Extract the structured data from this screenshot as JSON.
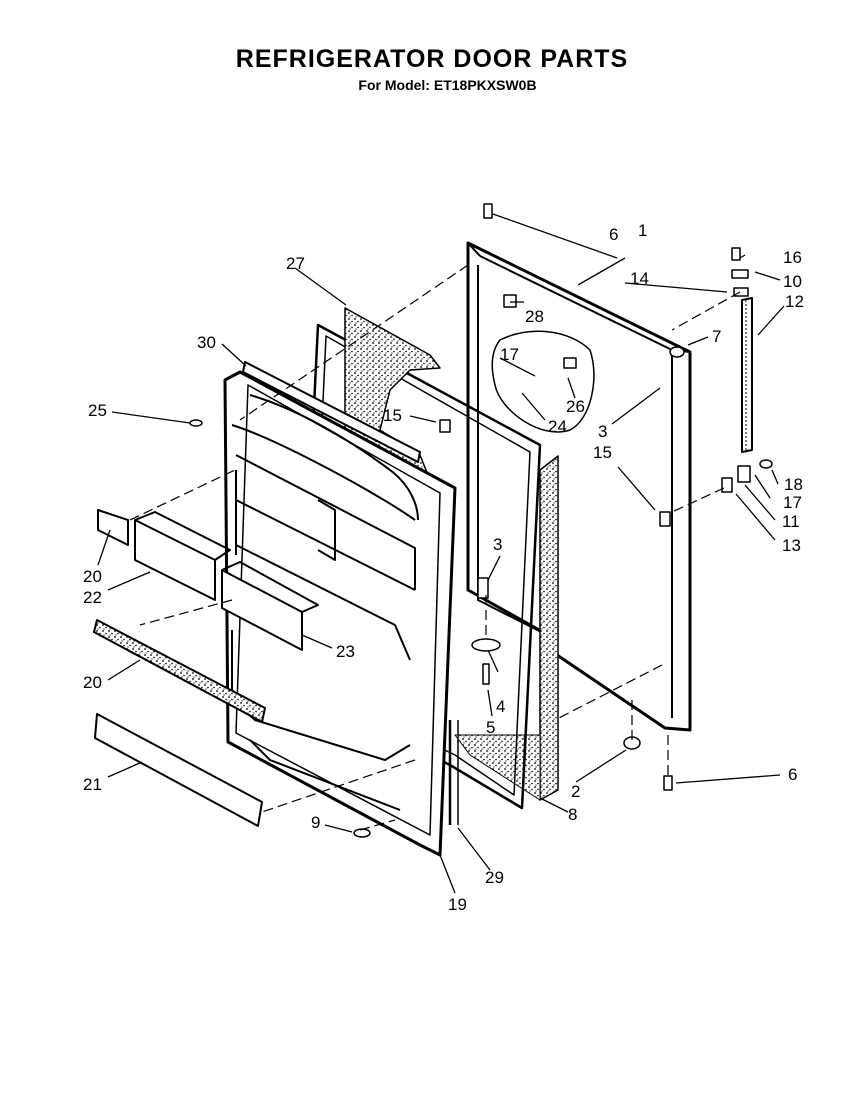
{
  "title": "REFRIGERATOR DOOR PARTS",
  "subtitle": "For Model: ET18PKXSW0B",
  "callouts": {
    "c1": "1",
    "c2": "2",
    "c3a": "3",
    "c3b": "3",
    "c4": "4",
    "c5": "5",
    "c6a": "6",
    "c6b": "6",
    "c7": "7",
    "c8": "8",
    "c9": "9",
    "c10": "10",
    "c11": "11",
    "c12": "12",
    "c13": "13",
    "c14": "14",
    "c15a": "15",
    "c15b": "15",
    "c16": "16",
    "c17a": "17",
    "c17b": "17",
    "c18": "18",
    "c19": "19",
    "c20a": "20",
    "c20b": "20",
    "c21": "21",
    "c22": "22",
    "c23": "23",
    "c24": "24",
    "c25": "25",
    "c26": "26",
    "c27": "27",
    "c28": "28",
    "c29": "29",
    "c30": "30"
  }
}
